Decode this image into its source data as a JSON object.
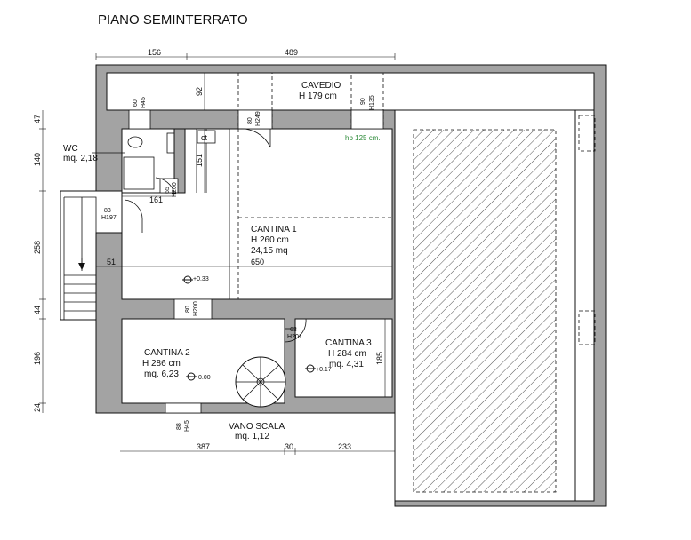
{
  "title": "PIANO  SEMINTERRATO",
  "dimensions": {
    "top_a": "156",
    "top_b": "489",
    "left_a": "47",
    "left_b": "140",
    "left_c": "258",
    "left_d": "44",
    "left_e": "196",
    "left_f": "24",
    "bottom_a": "387",
    "bottom_b": "30",
    "bottom_c": "233",
    "inner_92": "92",
    "inner_151": "151",
    "inner_161": "161",
    "inner_51": "51",
    "inner_650": "650",
    "inner_185": "185"
  },
  "openings": {
    "w1": "60",
    "w1h": "H45",
    "w2": "90",
    "w2h": "H135",
    "d1": "80",
    "d1h": "H249",
    "d2": "65",
    "d2h": "H200",
    "d3": "83",
    "d3h": "H197",
    "d4": "80",
    "d4h": "H200",
    "d5": "63",
    "d5h": "H201",
    "w3": "88",
    "w3h": "H45"
  },
  "rooms": {
    "cavedio": {
      "name": "CAVEDIO",
      "height": "H  179  cm"
    },
    "wc": {
      "name": "WC",
      "area": "mq.  2,18"
    },
    "ct": "ct",
    "hb": "hb  125  cm.",
    "cantina1": {
      "name": "CANTINA  1",
      "height": "H  260  cm",
      "area": "24,15  mq"
    },
    "cantina2": {
      "name": "CANTINA  2",
      "height": "H  286  cm",
      "area": "mq.  6,23"
    },
    "cantina3": {
      "name": "CANTINA  3",
      "height": "H  284  cm",
      "area": "mq.  4,31"
    },
    "vano_scala": {
      "name": "VANO  SCALA",
      "area": "mq.  1,12"
    }
  },
  "levels": {
    "l1": "+0.33",
    "l2": "0.00",
    "l3": "+0.17"
  },
  "colors": {
    "wall": "#a3a3a3",
    "line": "#111111",
    "hb_text": "#2e8b3a"
  }
}
